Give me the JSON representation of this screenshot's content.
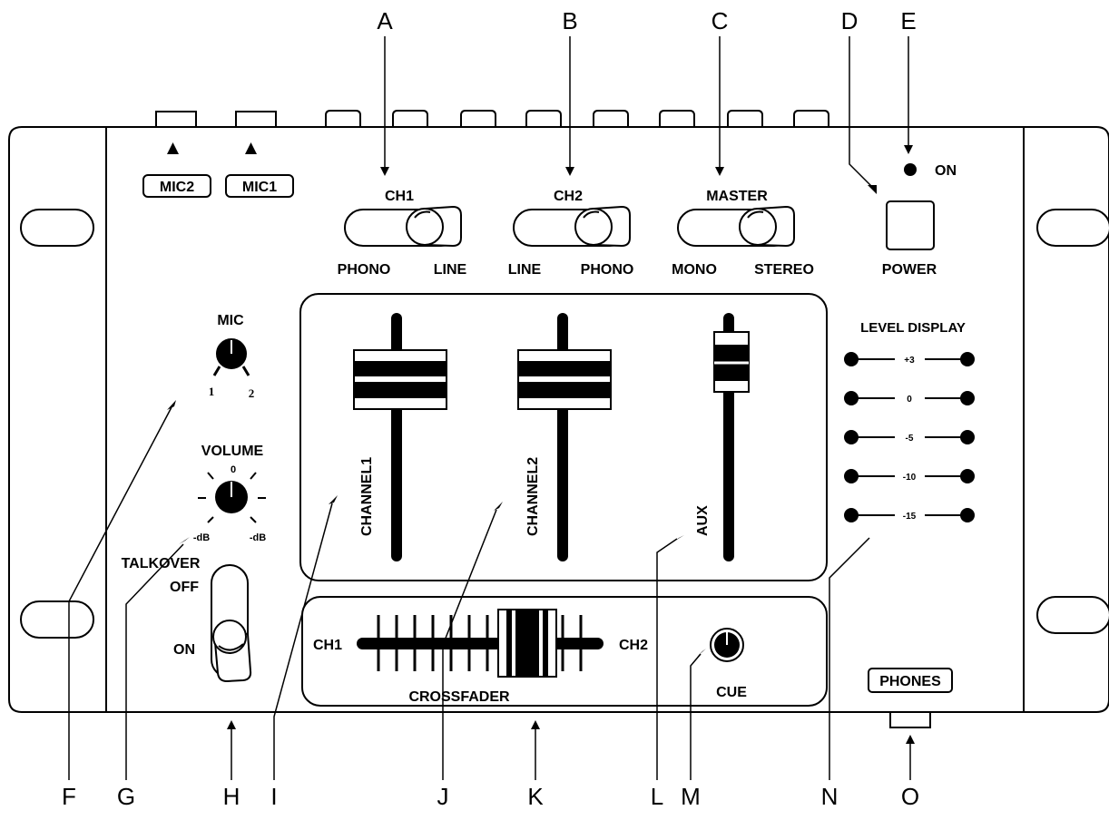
{
  "callouts": [
    "A",
    "B",
    "C",
    "D",
    "E",
    "F",
    "G",
    "H",
    "I",
    "J",
    "K",
    "L",
    "M",
    "N",
    "O"
  ],
  "labels": {
    "mic2": "MIC2",
    "mic1": "MIC1",
    "ch1": "CH1",
    "ch2": "CH2",
    "master": "MASTER",
    "phono_left": "PHONO",
    "line_left": "LINE",
    "line_mid": "LINE",
    "phono_mid": "PHONO",
    "mono": "MONO",
    "stereo": "STEREO",
    "on_led": "ON",
    "power": "POWER",
    "mic": "MIC",
    "mic_pos1": "1",
    "mic_pos2": "2",
    "volume": "VOLUME",
    "volume_zero": "0",
    "volume_db_left": "-dB",
    "volume_db_right": "-dB",
    "talkover": "TALKOVER",
    "talkover_off": "OFF",
    "talkover_on": "ON",
    "channel1": "CHANNEL1",
    "channel2": "CHANNEL2",
    "aux": "AUX",
    "level_display": "LEVEL DISPLAY",
    "crossfader_ch1": "CH1",
    "crossfader_ch2": "CH2",
    "crossfader": "CROSSFADER",
    "cue": "CUE",
    "phones": "PHONES"
  },
  "level_display": {
    "levels": [
      "+3",
      "0",
      "-5",
      "-10",
      "-15"
    ]
  }
}
